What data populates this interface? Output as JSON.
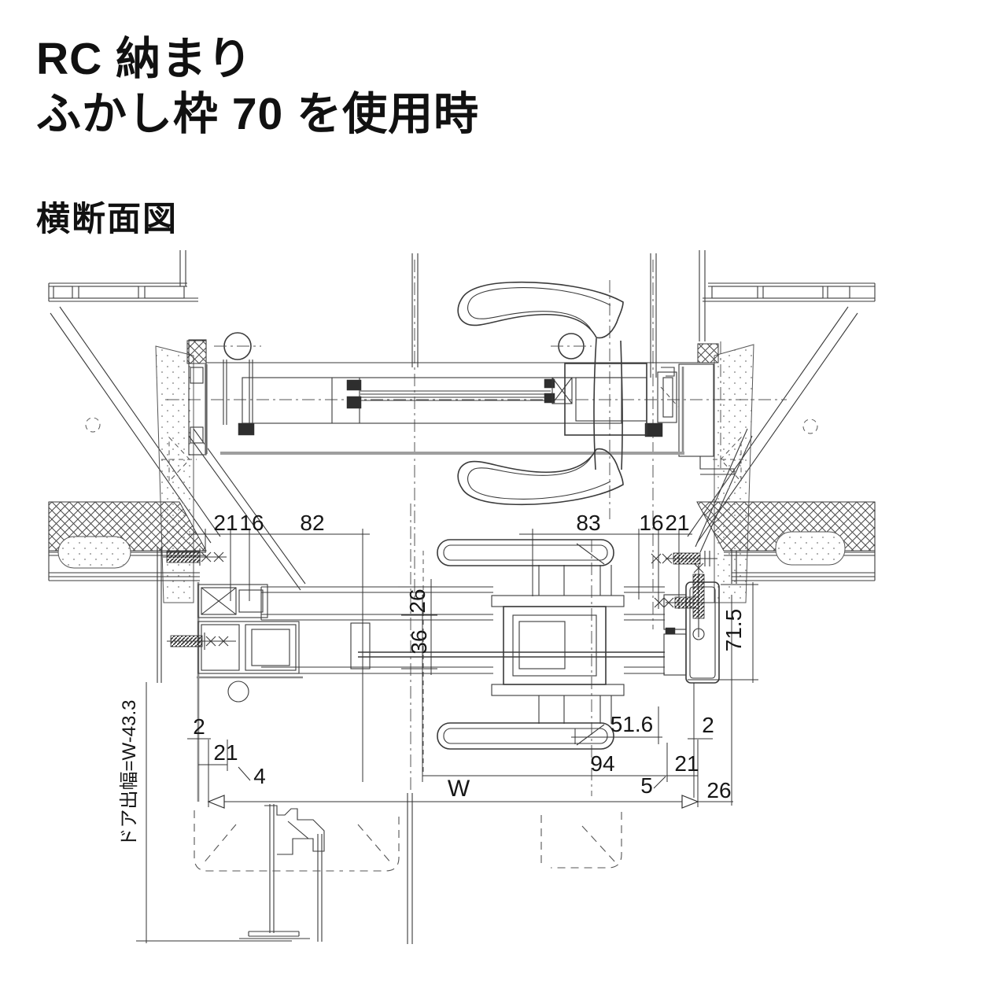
{
  "title": {
    "line1": "RC 納まり",
    "line2": "ふかし枠 70 を使用時"
  },
  "section_label": "横断面図",
  "drawing": {
    "type": "architectural cross-section (plan) of door frame in RC wall with furring frame 70",
    "colors": {
      "background": "#ffffff",
      "ink": "#3a3a3a",
      "heavy_line": "#9e9e9e",
      "text": "#161616"
    },
    "dims": {
      "tl_21": "21",
      "tl_16": "16",
      "tl_82": "82",
      "tr_83": "83",
      "tr_16": "16",
      "tr_21": "21",
      "v_26": "26",
      "v_36": "36",
      "v_71_5": "71.5",
      "bl_2": "2",
      "bl_21": "21",
      "bl_4": "4",
      "br_51_6": "51.6",
      "br_2": "2",
      "br_94": "94",
      "br_21": "21",
      "br_5": "5",
      "br_26": "26",
      "w": "W",
      "door_depth": "ドア出幅=W-43.3"
    }
  }
}
